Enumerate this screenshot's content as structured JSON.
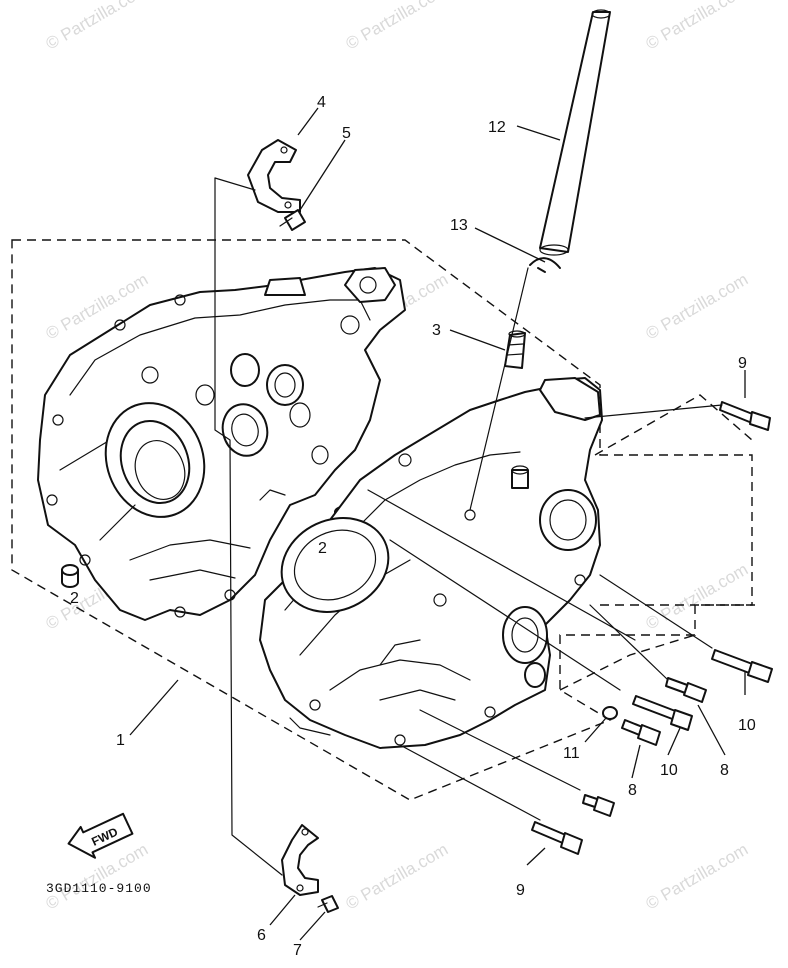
{
  "watermark": "© Partzilla.com",
  "diagram_code": "3GD1110-9100",
  "fwd_label": "FWD",
  "callouts": {
    "c1": "1",
    "c2a": "2",
    "c2b": "2",
    "c3": "3",
    "c4": "4",
    "c5": "5",
    "c6": "6",
    "c7": "7",
    "c8a": "8",
    "c8b": "8",
    "c9a": "9",
    "c9b": "9",
    "c10a": "10",
    "c10b": "10",
    "c11": "11",
    "c12": "12",
    "c13": "13"
  }
}
